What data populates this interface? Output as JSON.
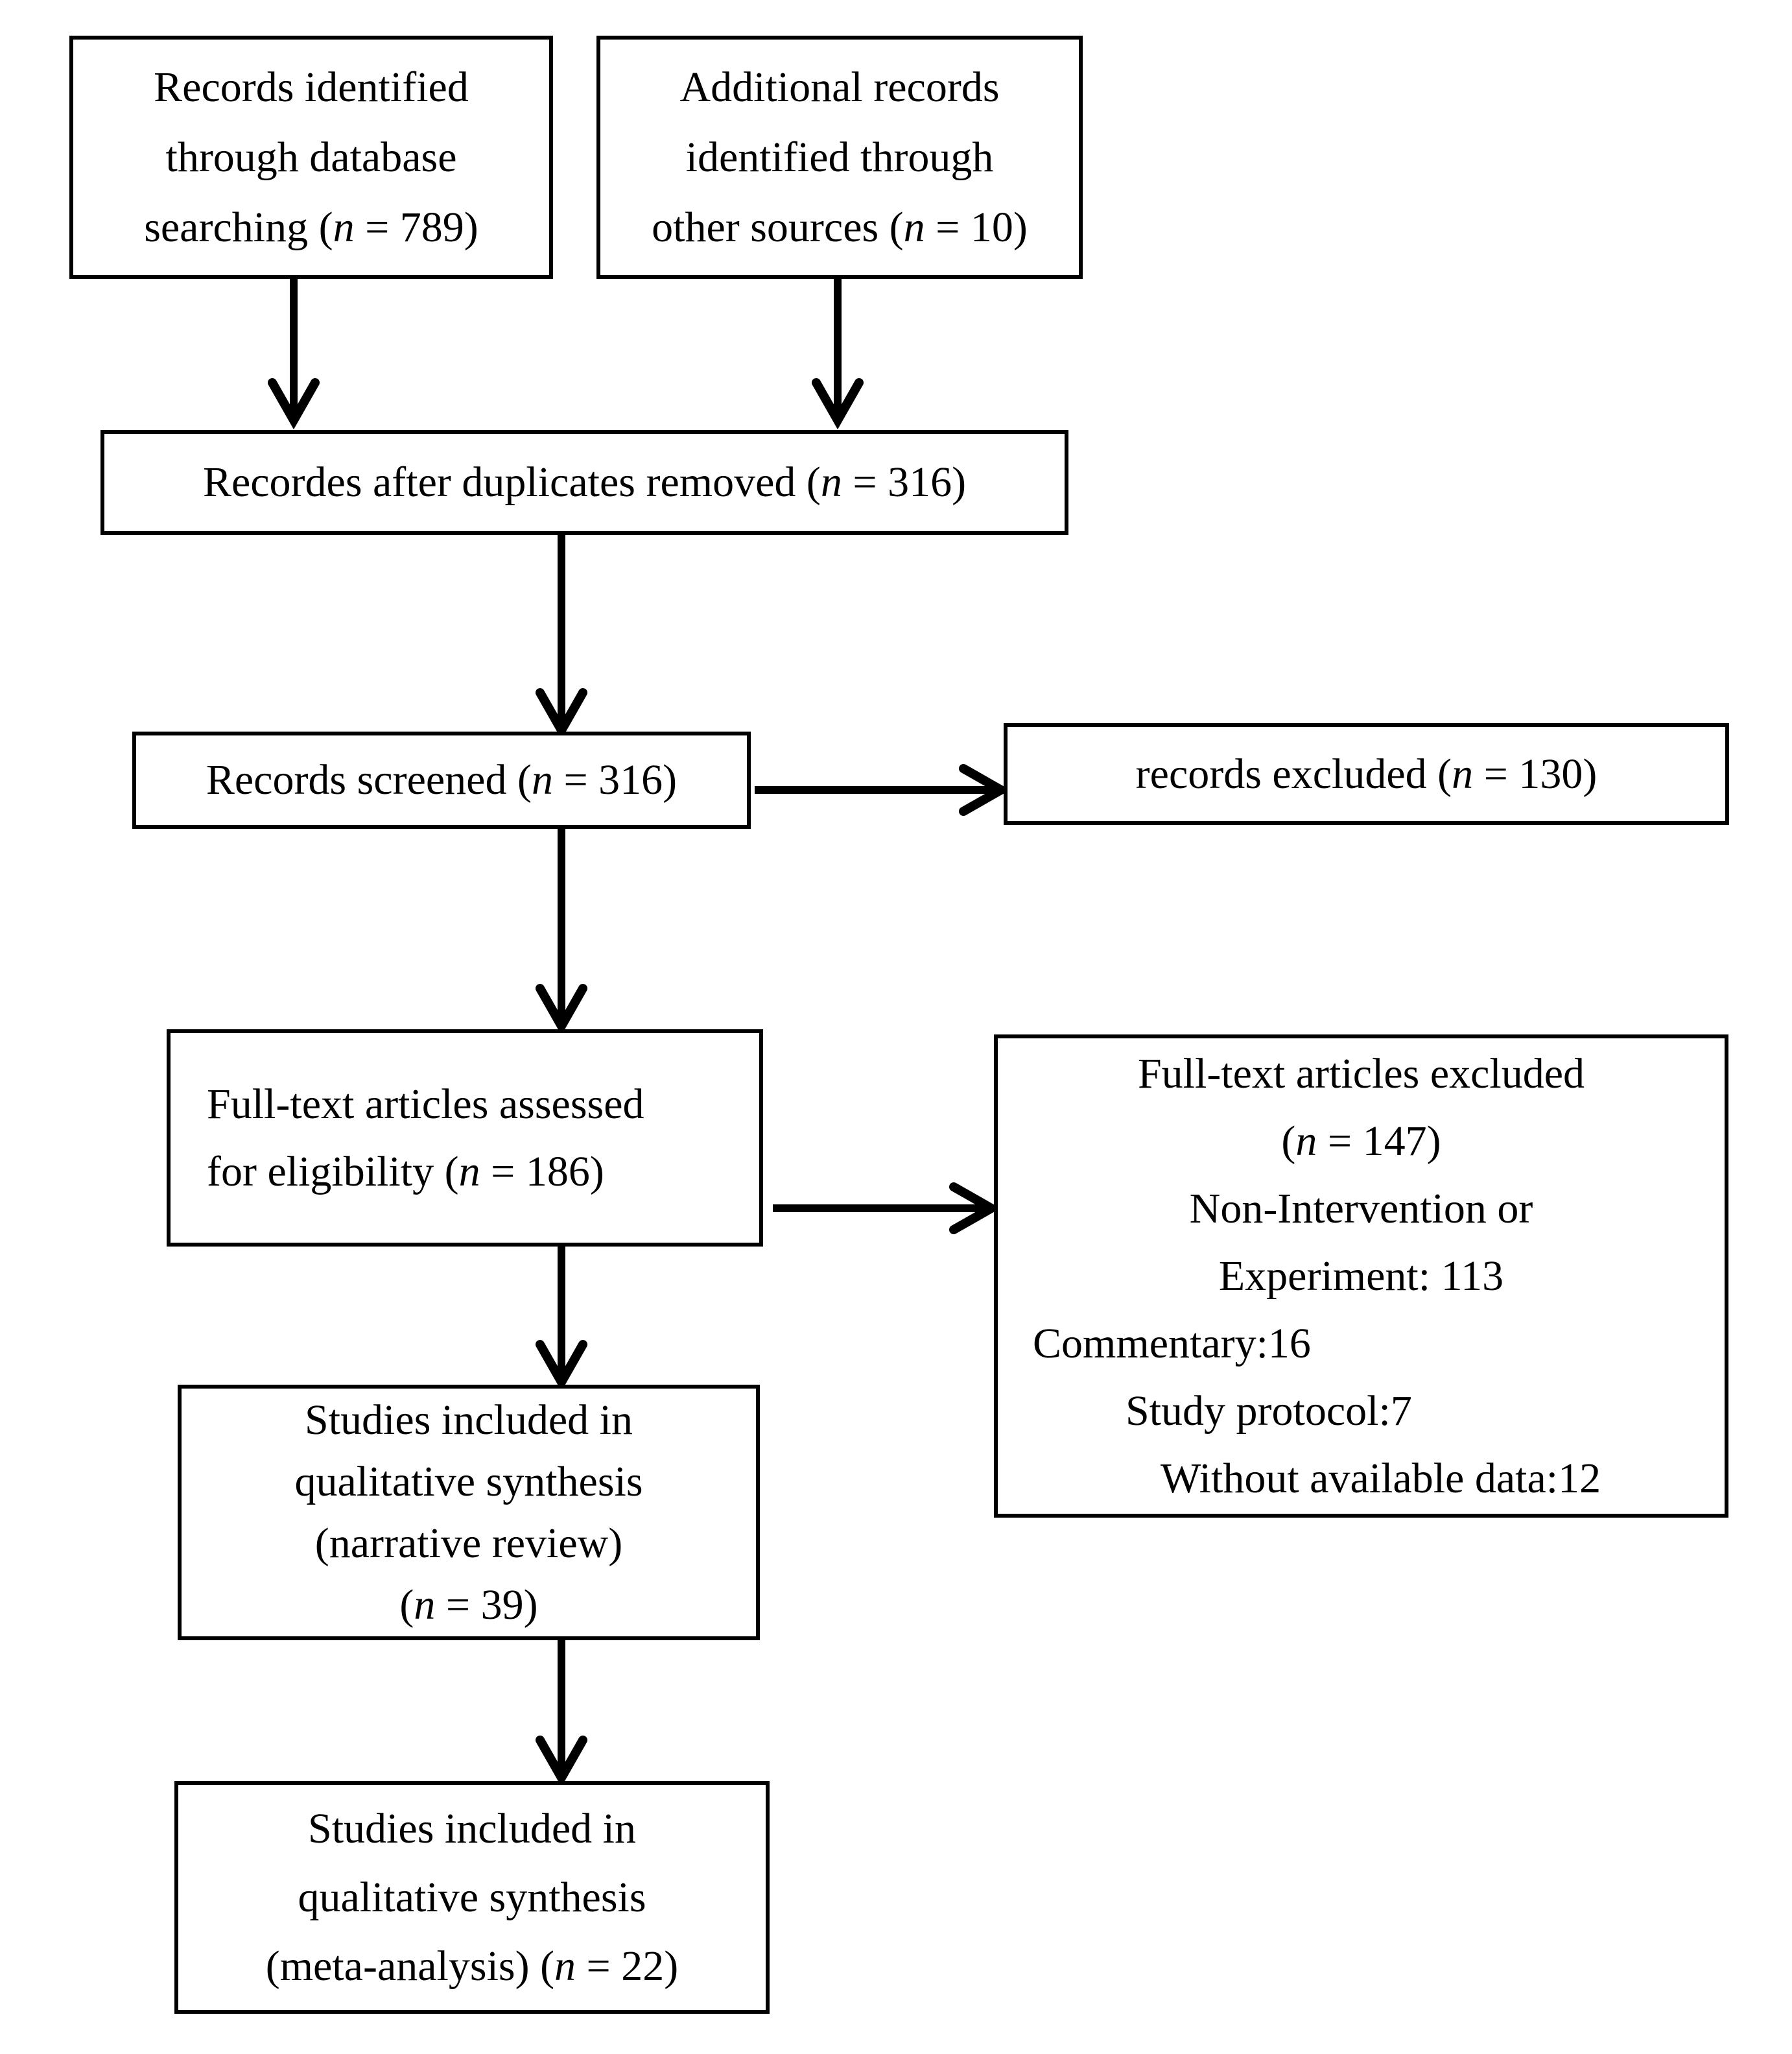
{
  "diagram": {
    "kind": "prisma-flowchart",
    "colors": {
      "background": "#ffffff",
      "border": "#000000",
      "text": "#000000",
      "arrow": "#000000"
    },
    "boxes": {
      "identified_database": {
        "lines": [
          "Records identified",
          "through database",
          "searching (n = 789)"
        ]
      },
      "identified_other": {
        "lines": [
          "Additional records",
          "identified through",
          "other sources (n = 10)"
        ]
      },
      "after_duplicates": {
        "lines": [
          "Recordes after duplicates removed (n = 316)"
        ]
      },
      "screened": {
        "lines": [
          "Records screened (n = 316)"
        ]
      },
      "records_excluded": {
        "lines": [
          "records excluded (n = 130)"
        ]
      },
      "fulltext_assessed": {
        "lines": [
          "Full-text articles assessed",
          "for eligibility (n = 186)"
        ]
      },
      "fulltext_excluded": {
        "lines": [
          {
            "text": "Full-text articles excluded",
            "align": "center"
          },
          {
            "text": "(n = 147)",
            "align": "center"
          },
          {
            "text": "Non-Intervention or",
            "align": "center"
          },
          {
            "text": "Experiment: 113",
            "align": "center"
          },
          {
            "text": "Commentary:16",
            "align": "left",
            "indent": 54
          },
          {
            "text": "Study protocol:7",
            "align": "left",
            "indent": 197
          },
          {
            "text": "Without available data:12",
            "align": "left",
            "indent": 251
          }
        ]
      },
      "qualitative_synthesis": {
        "lines": [
          "Studies included in",
          "qualitative synthesis",
          "(narrative review)",
          "(n = 39)"
        ]
      },
      "meta_analysis": {
        "lines": [
          "Studies included in",
          "qualitative synthesis",
          "(meta-analysis) (n = 22)"
        ]
      }
    }
  }
}
